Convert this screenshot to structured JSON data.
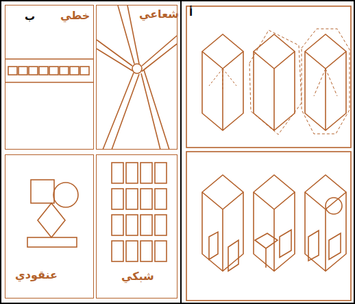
{
  "diagram": {
    "nodes": [
      {
        "text": [
          "شعاعي"
        ]
      },
      {
        "text": [
          "خطي"
        ]
      },
      {
        "text": [
          "شبكي"
        ]
      },
      {
        "text": [
          "عنقودي"
        ]
      }
    ],
    "labels": [
      "ب",
      "أ"
    ]
  }
}
